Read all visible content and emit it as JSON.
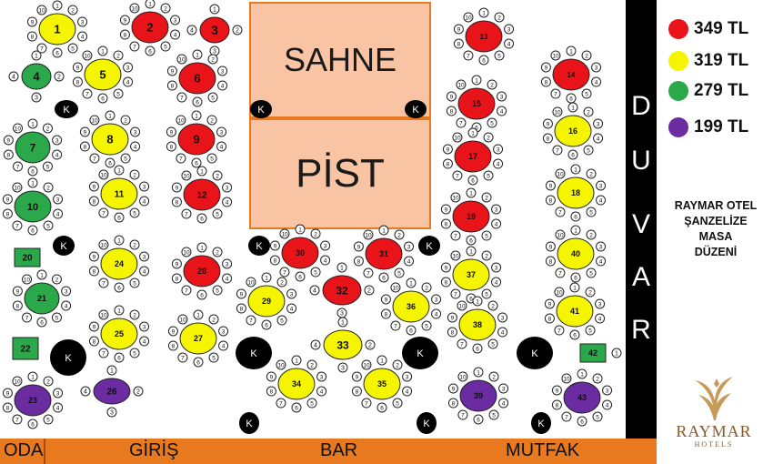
{
  "stage": {
    "label": "SAHNE"
  },
  "dance_floor": {
    "label": "PİST"
  },
  "wall": {
    "letters": [
      "D",
      "U",
      "V",
      "A",
      "R"
    ]
  },
  "footer": {
    "labels": [
      "ODA",
      "GİRİŞ",
      "BAR",
      "MUTFAK"
    ]
  },
  "legend": [
    {
      "price": "349 TL",
      "color": "#e8141a"
    },
    {
      "price": "319 TL",
      "color": "#f5f500"
    },
    {
      "price": "279 TL",
      "color": "#2ba84a"
    },
    {
      "price": "199 TL",
      "color": "#6a2ca0"
    }
  ],
  "caption": {
    "lines": [
      "RAYMAR OTEL",
      "ŞANZELİZE",
      "MASA",
      "DÜZENİ"
    ]
  },
  "brand": {
    "name": "RAYMAR",
    "sub": "HOTELS"
  },
  "column_marker": "K",
  "seat_labels": [
    "1",
    "2",
    "3",
    "4",
    "5",
    "6",
    "7",
    "8",
    "9",
    "10"
  ],
  "tables": [
    {
      "number": "1",
      "tier": "319"
    },
    {
      "number": "2",
      "tier": "349"
    },
    {
      "number": "3",
      "tier": "349"
    },
    {
      "number": "4",
      "tier": "279"
    },
    {
      "number": "5",
      "tier": "319"
    },
    {
      "number": "6",
      "tier": "349"
    },
    {
      "number": "7",
      "tier": "279"
    },
    {
      "number": "8",
      "tier": "319"
    },
    {
      "number": "9",
      "tier": "349"
    },
    {
      "number": "10",
      "tier": "279"
    },
    {
      "number": "11",
      "tier": "319"
    },
    {
      "number": "12",
      "tier": "349"
    },
    {
      "number": "13",
      "tier": "349"
    },
    {
      "number": "14",
      "tier": "349"
    },
    {
      "number": "15",
      "tier": "349"
    },
    {
      "number": "16",
      "tier": "319"
    },
    {
      "number": "17",
      "tier": "349"
    },
    {
      "number": "18",
      "tier": "319"
    },
    {
      "number": "19",
      "tier": "349"
    },
    {
      "number": "20",
      "tier": "279"
    },
    {
      "number": "21",
      "tier": "279"
    },
    {
      "number": "22",
      "tier": "279"
    },
    {
      "number": "23",
      "tier": "199"
    },
    {
      "number": "24",
      "tier": "319"
    },
    {
      "number": "25",
      "tier": "319"
    },
    {
      "number": "26",
      "tier": "199"
    },
    {
      "number": "27",
      "tier": "319"
    },
    {
      "number": "28",
      "tier": "349"
    },
    {
      "number": "29",
      "tier": "319"
    },
    {
      "number": "30",
      "tier": "349"
    },
    {
      "number": "31",
      "tier": "349"
    },
    {
      "number": "32",
      "tier": "349"
    },
    {
      "number": "33",
      "tier": "319"
    },
    {
      "number": "34",
      "tier": "319"
    },
    {
      "number": "35",
      "tier": "319"
    },
    {
      "number": "36",
      "tier": "319"
    },
    {
      "number": "37",
      "tier": "319"
    },
    {
      "number": "38",
      "tier": "319"
    },
    {
      "number": "39",
      "tier": "199"
    },
    {
      "number": "40",
      "tier": "319"
    },
    {
      "number": "41",
      "tier": "319"
    },
    {
      "number": "42",
      "tier": "279"
    },
    {
      "number": "43",
      "tier": "199"
    }
  ],
  "tier_colors": {
    "349": "#e8141a",
    "319": "#f5f500",
    "279": "#2ba84a",
    "199": "#6a2ca0"
  }
}
